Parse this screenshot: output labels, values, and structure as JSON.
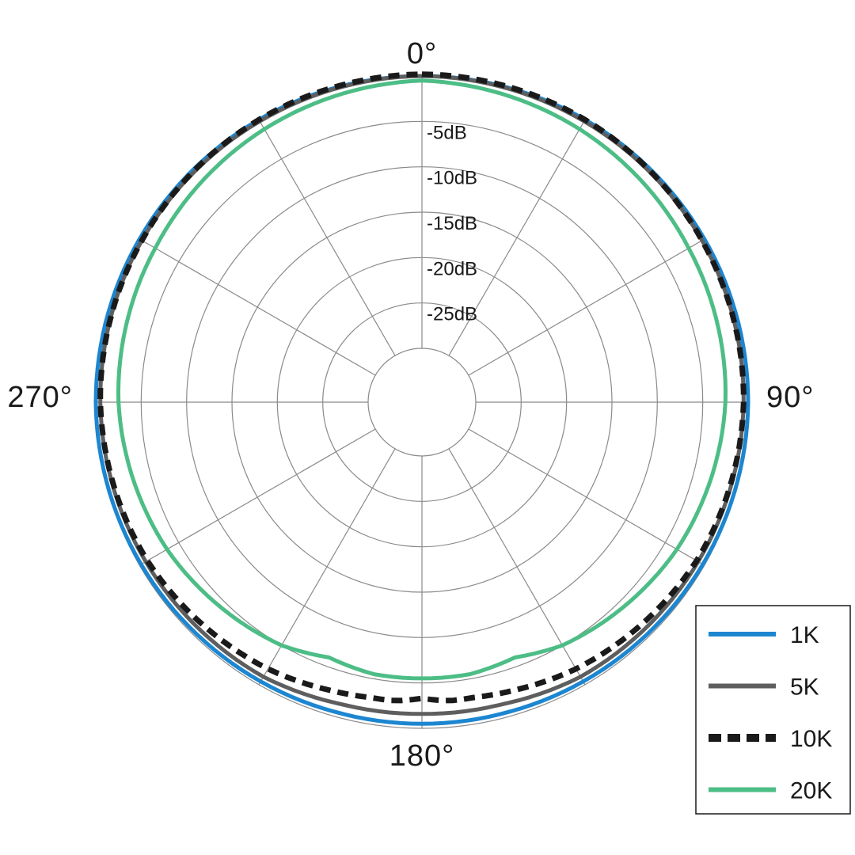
{
  "chart_data": {
    "type": "polar-line",
    "angle_labels": [
      "0°",
      "90°",
      "180°",
      "270°"
    ],
    "angle_direction": "clockwise",
    "zero_position": "top",
    "radial_labels": [
      "-5dB",
      "-10dB",
      "-15dB",
      "-20dB",
      "-25dB"
    ],
    "radial_range_db": [
      -30,
      0
    ],
    "spoke_step_deg": 30,
    "legend_position": "bottom-right",
    "series": [
      {
        "name": "1K",
        "color": "#1c86d0",
        "style": "solid",
        "points": [
          [
            0,
            0
          ],
          [
            30,
            0
          ],
          [
            60,
            0
          ],
          [
            90,
            0
          ],
          [
            120,
            -0.2
          ],
          [
            150,
            -0.4
          ],
          [
            165,
            -0.5
          ],
          [
            180,
            -0.5
          ]
        ]
      },
      {
        "name": "5K",
        "color": "#5e5e5e",
        "style": "solid",
        "points": [
          [
            0,
            0
          ],
          [
            30,
            -0.2
          ],
          [
            60,
            -0.3
          ],
          [
            90,
            -0.5
          ],
          [
            120,
            -0.8
          ],
          [
            150,
            -1.0
          ],
          [
            165,
            -1.5
          ],
          [
            180,
            -1.6
          ]
        ]
      },
      {
        "name": "10K",
        "color": "#1a1a1a",
        "style": "dashed",
        "points": [
          [
            0,
            0.2
          ],
          [
            30,
            0
          ],
          [
            60,
            -0.3
          ],
          [
            90,
            -0.5
          ],
          [
            120,
            -1.0
          ],
          [
            150,
            -2.0
          ],
          [
            162,
            -2.6
          ],
          [
            170,
            -2.9
          ],
          [
            175,
            -2.9
          ],
          [
            180,
            -3.3
          ]
        ]
      },
      {
        "name": "20K",
        "color": "#4dbd86",
        "style": "solid",
        "points": [
          [
            0,
            -0.5
          ],
          [
            30,
            -1.2
          ],
          [
            60,
            -2.0
          ],
          [
            90,
            -2.5
          ],
          [
            120,
            -3.5
          ],
          [
            150,
            -5.0
          ],
          [
            160,
            -6.0
          ],
          [
            170,
            -5.5
          ],
          [
            180,
            -5.5
          ]
        ]
      }
    ]
  }
}
